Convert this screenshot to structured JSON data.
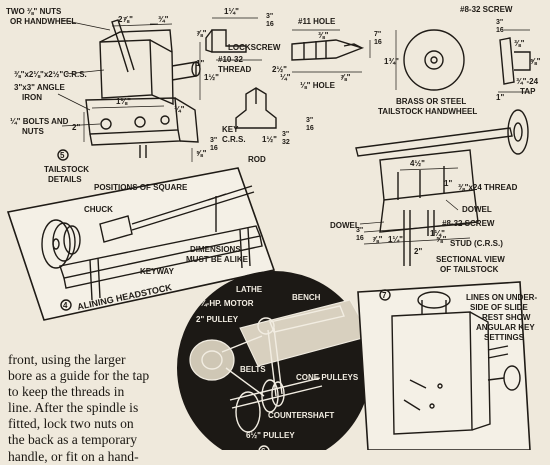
{
  "tailstock": {
    "nuts": [
      "TWO ⅜\" NUTS",
      "OR HANDWHEEL"
    ],
    "crs": "⅜\"x2⅛\"x2½\"C.R.S.",
    "angle": [
      "3\"x3\" ANGLE",
      "IRON"
    ],
    "bolts": [
      "¼\" BOLTS AND",
      "NUTS"
    ],
    "num": "5",
    "caption": [
      "TAILSTOCK",
      "DETAILS"
    ],
    "dims": [
      "2⅞\"",
      "¾\"",
      "1⅛\"",
      "2\"",
      "⅝\"",
      "1½\"",
      "¾\""
    ]
  },
  "lockscrew": {
    "label": "LOCKSCREW",
    "thread": [
      "#10-32",
      "THREAD"
    ],
    "dims": [
      "1¼\"",
      "3\"",
      "16",
      "⅞\"",
      "1\"",
      "2½\""
    ]
  },
  "spindle": {
    "hole11": "#11 HOLE",
    "hole": "⅛\" HOLE",
    "dims": [
      "⅜\"",
      "¼\"",
      "7\"",
      "16",
      "⅞\""
    ]
  },
  "key": {
    "label": [
      "KEY",
      "C.R.S."
    ],
    "dims": [
      "3\"",
      "16",
      "1½\"",
      "3\"",
      "32",
      "3\"",
      "16"
    ]
  },
  "handwheel": {
    "screw": "#8-32 SCREW",
    "tap": [
      "¾\"-24",
      "TAP"
    ],
    "caption": [
      "BRASS OR STEEL",
      "TAILSTOCK HANDWHEEL"
    ],
    "dims": [
      "3\"",
      "16",
      "1¾\"",
      "⅜\"",
      "1\"",
      "⅝\""
    ]
  },
  "section": {
    "thread": "⅜\"x24 THREAD",
    "dowel_r": "DOWEL",
    "dowel_l": "DOWEL",
    "screw": "#8-32 SCREW",
    "stud": [
      "⅝\"",
      "STUD (C.R.S.)"
    ],
    "caption": [
      "SECTIONAL VIEW",
      "OF TAILSTOCK"
    ],
    "dims": [
      "4½\"",
      "1\"",
      "3\"",
      "16",
      "⅞\"",
      "1¼\"",
      "2\"",
      "1¼\""
    ]
  },
  "headstock": {
    "rod": "ROD",
    "square": "POSITIONS OF SQUARE",
    "chuck": "CHUCK",
    "keyway": "KEYWAY",
    "dims_note": [
      "DIMENSIONS",
      "MUST BE ALIKE"
    ],
    "num": "4",
    "caption": "ALINING HEADSTOCK"
  },
  "motor": {
    "lathe": "LATHE",
    "bench": "BENCH",
    "motor": "¼-HP. MOTOR",
    "pulley2": "2\" PULLEY",
    "belts": "BELTS",
    "cone": "CONE PULLEYS",
    "countershaft": "COUNTERSHAFT",
    "pulley6": "6½\" PULLEY",
    "num": "6"
  },
  "rest": {
    "num": "7",
    "caption": [
      "LINES ON UNDER-",
      "SIDE OF SLIDE",
      "REST SHOW",
      "ANGULAR KEY",
      "SETTINGS"
    ]
  },
  "body_lines": [
    "front, using the larger",
    "bore as a guide for the tap",
    "to keep the threads in",
    "line. After the spindle is",
    "fitted, lock two nuts on",
    "the back as a temporary",
    "handle, or fit on a hand-"
  ]
}
